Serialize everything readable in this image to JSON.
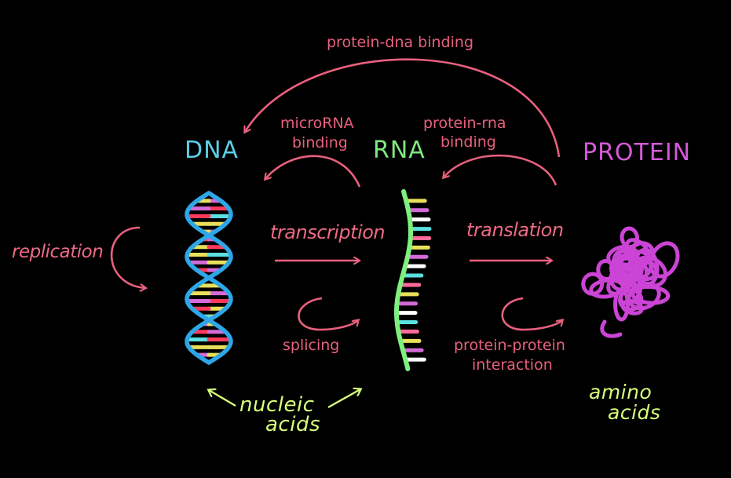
{
  "titles": {
    "dna": "DNA",
    "rna": "RNA",
    "protein": "PROTEIN"
  },
  "interactions": {
    "protein_dna": "protein-dna binding",
    "microrna_line1": "microRNA",
    "microrna_line2": "binding",
    "protein_rna_line1": "protein-rna",
    "protein_rna_line2": "binding",
    "transcription": "transcription",
    "translation": "translation",
    "replication": "replication",
    "splicing": "splicing",
    "ppi_line1": "protein-protein",
    "ppi_line2": "interaction"
  },
  "annotations": {
    "nucleic_line1": "nucleic",
    "nucleic_line2": "acids",
    "amino_line1": "amino",
    "amino_line2": "acids"
  },
  "colors": {
    "background": "#000000",
    "arrow_pink": "#e8607d",
    "dna_title": "#5ad0e6",
    "rna_title": "#7ee87e",
    "protein_title": "#d45ad8",
    "dna_backbone": "#2ea6e8",
    "rna_backbone": "#7ef07e",
    "protein_blob": "#cc44d6",
    "annotation_green": "#d8ff7a"
  }
}
